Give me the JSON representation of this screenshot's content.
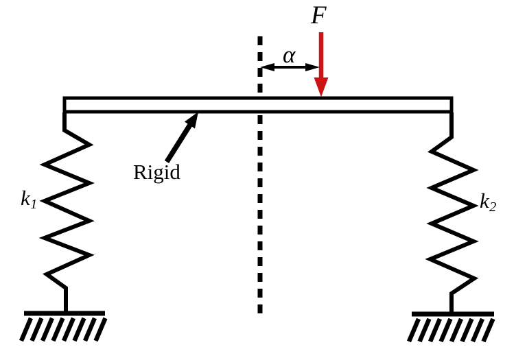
{
  "colors": {
    "ink": "#000000",
    "force_arrow_red": "#cc1414",
    "background": "#ffffff"
  },
  "labels": {
    "force": "F",
    "offset": "α",
    "beam": "Rigid",
    "spring_left": {
      "base": "k",
      "sub": "1"
    },
    "spring_right": {
      "base": "k",
      "sub": "2"
    }
  }
}
